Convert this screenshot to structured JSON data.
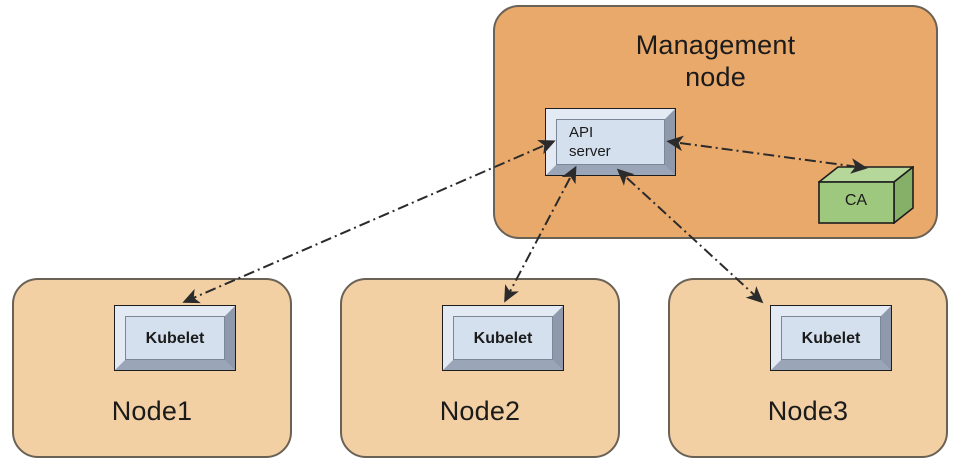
{
  "diagram": {
    "title": "Kubernetes API server, kubelets and CA trust relationships",
    "background": "#ffffff",
    "colors": {
      "management_zone_fill": "#e9a96b",
      "node_zone_fill": "#f3cfa4",
      "zone_border": "#6b6256",
      "plate_face": "#d4e0ee",
      "plate_bevel_light": "#e4eaf4",
      "plate_bevel_dark": "#8e9aab",
      "ca_face": "#9ec87e",
      "ca_top": "#b6d79a",
      "ca_side": "#86b068",
      "connector": "#2b2b2b",
      "text": "#1b1b1b"
    }
  },
  "management": {
    "title_line1": "Management",
    "title_line2": "node",
    "api_server": {
      "label_line1": "API",
      "label_line2": "server"
    },
    "ca": {
      "label": "CA"
    }
  },
  "nodes": [
    {
      "title": "Node1",
      "kubelet_label": "Kubelet"
    },
    {
      "title": "Node2",
      "kubelet_label": "Kubelet"
    },
    {
      "title": "Node3",
      "kubelet_label": "Kubelet"
    }
  ],
  "connectors": [
    {
      "name": "api-server-to-kubelet-node1",
      "from": "API server",
      "to": "Node1 Kubelet",
      "style": "dash-dot",
      "arrows": "both"
    },
    {
      "name": "api-server-to-kubelet-node2",
      "from": "API server",
      "to": "Node2 Kubelet",
      "style": "dash-dot",
      "arrows": "both"
    },
    {
      "name": "api-server-to-kubelet-node3",
      "from": "API server",
      "to": "Node3 Kubelet",
      "style": "dash-dot",
      "arrows": "both"
    },
    {
      "name": "api-server-to-ca",
      "from": "API server",
      "to": "CA",
      "style": "dash-dot",
      "arrows": "both"
    }
  ]
}
